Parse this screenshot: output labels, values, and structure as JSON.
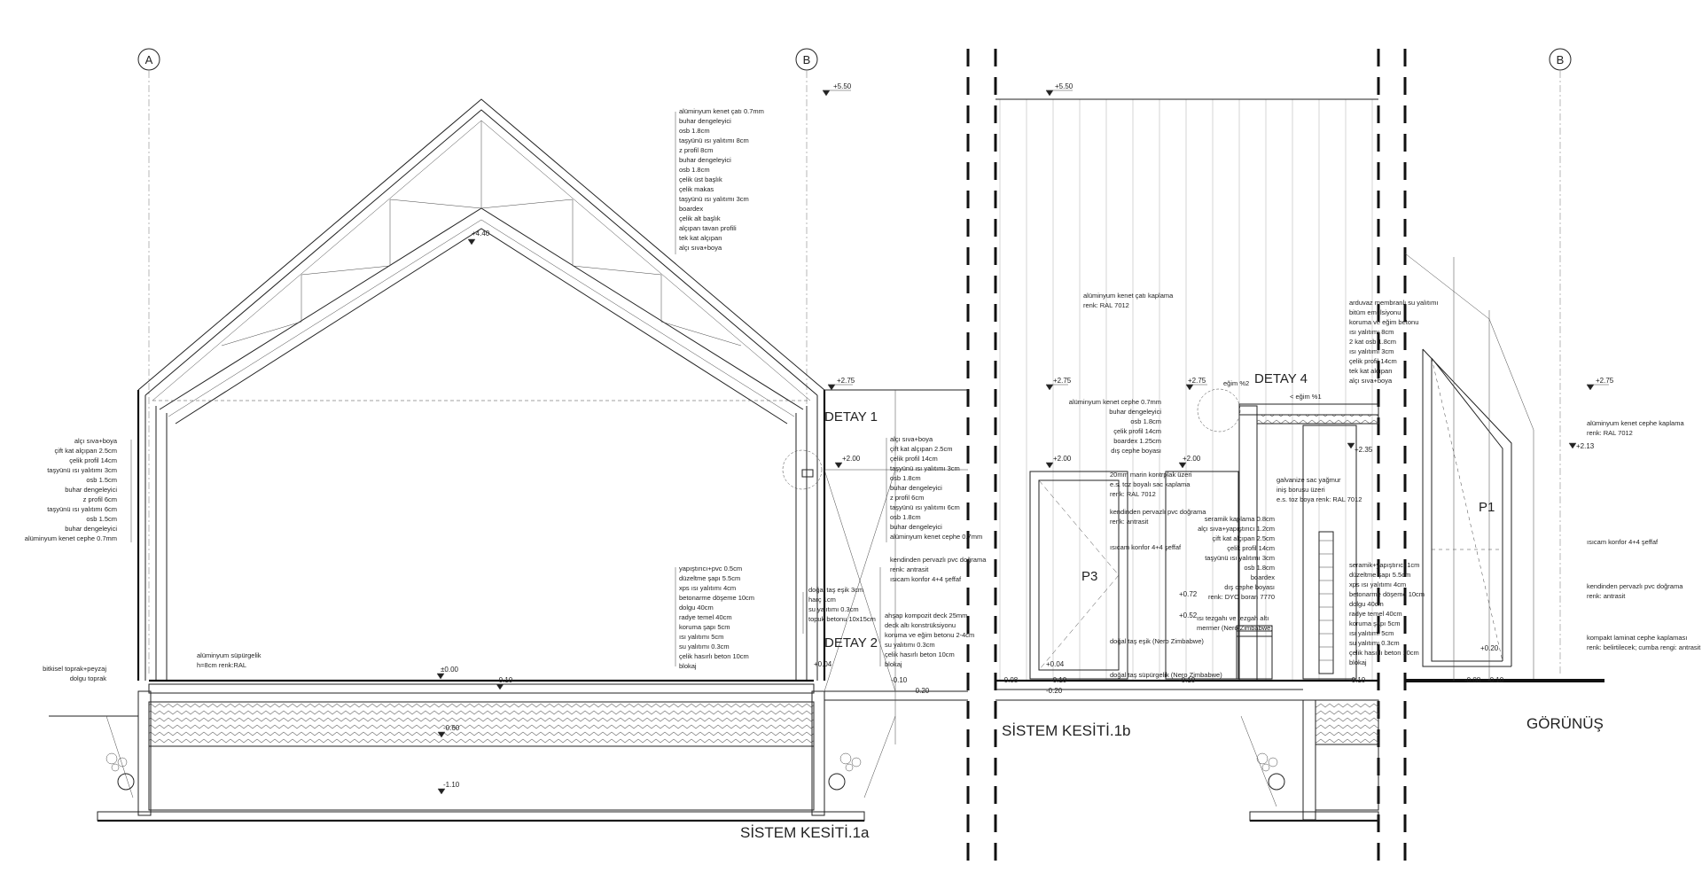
{
  "grid_labels": {
    "a": "A",
    "b1": "B",
    "b2": "B"
  },
  "titles": {
    "section_a": "SİSTEM KESİTİ.1a",
    "section_b": "SİSTEM KESİTİ.1b",
    "elevation": "GÖRÜNÜŞ"
  },
  "details": {
    "d1": "DETAY 1",
    "d2": "DETAY 2",
    "d4": "DETAY 4"
  },
  "openings": {
    "p1": "P1",
    "p3": "P3"
  },
  "levels": {
    "l550a": "+5.50",
    "l550b": "+5.50",
    "l440": "+4.40",
    "l275a": "+2.75",
    "l275b": "+2.75",
    "l275c": "+2.75",
    "l275d": "+2.75",
    "l200a": "+2.00",
    "l200b": "+2.00",
    "l200c": "+2.00",
    "l235": "+2.35",
    "l213": "+2.13",
    "l072": "+0.72",
    "l052": "+0.52",
    "l000": "±0.00",
    "l004a": "+0.04",
    "l004b": "+0.04",
    "m010a": "-0.10",
    "m010b": "-0.10",
    "m010c": "-0.10",
    "m010d": "-0.10",
    "m010e": "-0.10",
    "m010f": "-0.10",
    "m008a": "-0.08",
    "m008b": "-0.08",
    "m020a": "-0.20",
    "m020b": "-0.20",
    "m060": "-0.60",
    "m110": "-1.10",
    "l020": "+0.20"
  },
  "slopes": {
    "s1": "eğim %2",
    "s2": "< eğim %1"
  },
  "roof_layers": [
    "alüminyum kenet çatı 0.7mm",
    "buhar dengeleyici",
    "osb 1.8cm",
    "taşyünü ısı yalıtımı 8cm",
    "z profil 8cm",
    "buhar dengeleyici",
    "osb 1.8cm",
    "çelik üst başlık",
    "çelik makas",
    "taşyünü ısı yalıtımı 3cm",
    "boardex",
    "çelik alt başlık",
    "alçıpan tavan profili",
    "tek kat alçıpan",
    "alçı sıva+boya"
  ],
  "left_wall": [
    "alçı sıva+boya",
    "çift kat alçıpan 2.5cm",
    "çelik profil 14cm",
    "taşyünü ısı yalıtımı 3cm",
    "osb 1.5cm",
    "buhar dengeleyici",
    "z profil 6cm",
    "taşyünü ısı yalıtımı 6cm",
    "osb 1.5cm",
    "buhar dengeleyici",
    "alüminyum kenet cephe 0.7mm"
  ],
  "left_ground": {
    "sweep_1": "alüminyum süpürgelik",
    "sweep_2": "h=8cm renk:RAL",
    "soil_1": "bitkisel toprak+peyzaj",
    "soil_2": "dolgu toprak"
  },
  "floor_a": [
    "yapıştırıcı+pvc 0.5cm",
    "düzeltme şapı 5.5cm",
    "xps ısı yalıtımı 4cm",
    "betonarme döşeme 10cm",
    "dolgu 40cm",
    "radye temel 40cm",
    "koruma şapı 5cm",
    "ısı yalıtımı 5cm",
    "su yalıtımı 0.3cm",
    "çelik hasırlı beton 10cm",
    "blokaj"
  ],
  "detail1_wall": [
    "alçı sıva+boya",
    "çift kat alçıpan 2.5cm",
    "çelik profil 14cm",
    "taşyünü ısı yalıtımı 3cm",
    "osb 1.8cm",
    "buhar dengeleyici",
    "z profil 6cm",
    "taşyünü ısı yalıtımı 6cm",
    "osb 1.8cm",
    "buhar dengeleyici",
    "alüminyum kenet cephe 0.7mm"
  ],
  "window_a": [
    "kendinden pervazlı pvc doğrama",
    "renk: antrasit",
    "ısıcam konfor 4+4 şeffaf"
  ],
  "step_notes": [
    "doğal taş eşik 3cm",
    "harç 1cm",
    "su yalıtımı 0.3cm",
    "topuk betonu 10x15cm"
  ],
  "deck_notes": [
    "ahşap kompozit deck 25mm",
    "deck altı konstrüksiyonu",
    "koruma ve eğim betonu 2-4cm",
    "su yalıtımı 0.3cm",
    "çelik hasırlı beton 10cm",
    "blokaj"
  ],
  "b_roof": [
    "alüminyum kenet çatı kaplama",
    "renk: RAL 7012"
  ],
  "b_wall": [
    "alüminyum kenet cephe 0.7mm",
    "buhar dengeleyici",
    "osb 1.8cm",
    "çelik profil 14cm",
    "boardex 1.25cm",
    "dış cephe boyası"
  ],
  "b_frame": [
    "20mm marin kontrplak üzeri",
    "e.s. toz boyalı sac kaplama",
    "renk: RAL 7012"
  ],
  "b_window": [
    "kendinden pervazlı pvc doğrama",
    "renk: antrasit"
  ],
  "b_glass": "ısıcam konfor 4+4 şeffaf",
  "b_sill": "doğal taş eşik (Nero Zimbabwe)",
  "b_sweep": "doğal taş süpürgelik (Nero Zimbabwe)",
  "b_gutter": [
    "galvanize sac yağmur",
    "iniş borusu üzeri",
    "e.s. toz boya renk: RAL 7012"
  ],
  "b_inner": [
    "seramik kaplama 0.8cm",
    "alçı sıva+yapıştırıcı 1.2cm",
    "çift kat alçıpan 2.5cm",
    "çelik profil 14cm",
    "taşyünü ısı yalıtımı 3cm",
    "osb 1.8cm",
    "boardex",
    "dış cephe boyası",
    "renk: DYO boran 7770"
  ],
  "b_counter": [
    "ısı tezgahı ve tezgah altı",
    "mermer (Nero Zimbabwe)"
  ],
  "b_deck": [
    "arduvaz membranlı su yalıtımı",
    "bitüm emülsiyonu",
    "koruma ve eğim betonu",
    "ısı yalıtımı 8cm",
    "2 kat osb 1.8cm",
    "ısı yalıtımı 3cm",
    "çelik profil 14cm",
    "tek kat alçıpan",
    "alçı sıva+boya"
  ],
  "b_floor": [
    "seramik+yapıştırıcı 1cm",
    "düzeltme şapı 5.5cm",
    "xps ısı yalıtımı 4cm",
    "betonarme döşeme 10cm",
    "dolgu 40cm",
    "radye temel 40cm",
    "koruma şapı 5cm",
    "ısı yalıtımı 5cm",
    "su yalıtımı 0.3cm",
    "çelik hasırlı beton 10cm",
    "blokaj"
  ],
  "elev_notes": {
    "cladding": [
      "alüminyum kenet cephe kaplama",
      "renk: RAL 7012"
    ],
    "glass": "ısıcam konfor 4+4 şeffaf",
    "window": [
      "kendinden pervazlı pvc doğrama",
      "renk: antrasit"
    ],
    "laminate": [
      "kompakt laminat cephe kaplaması",
      "renk: belirtilecek; cumba rengi: antrasit"
    ]
  }
}
